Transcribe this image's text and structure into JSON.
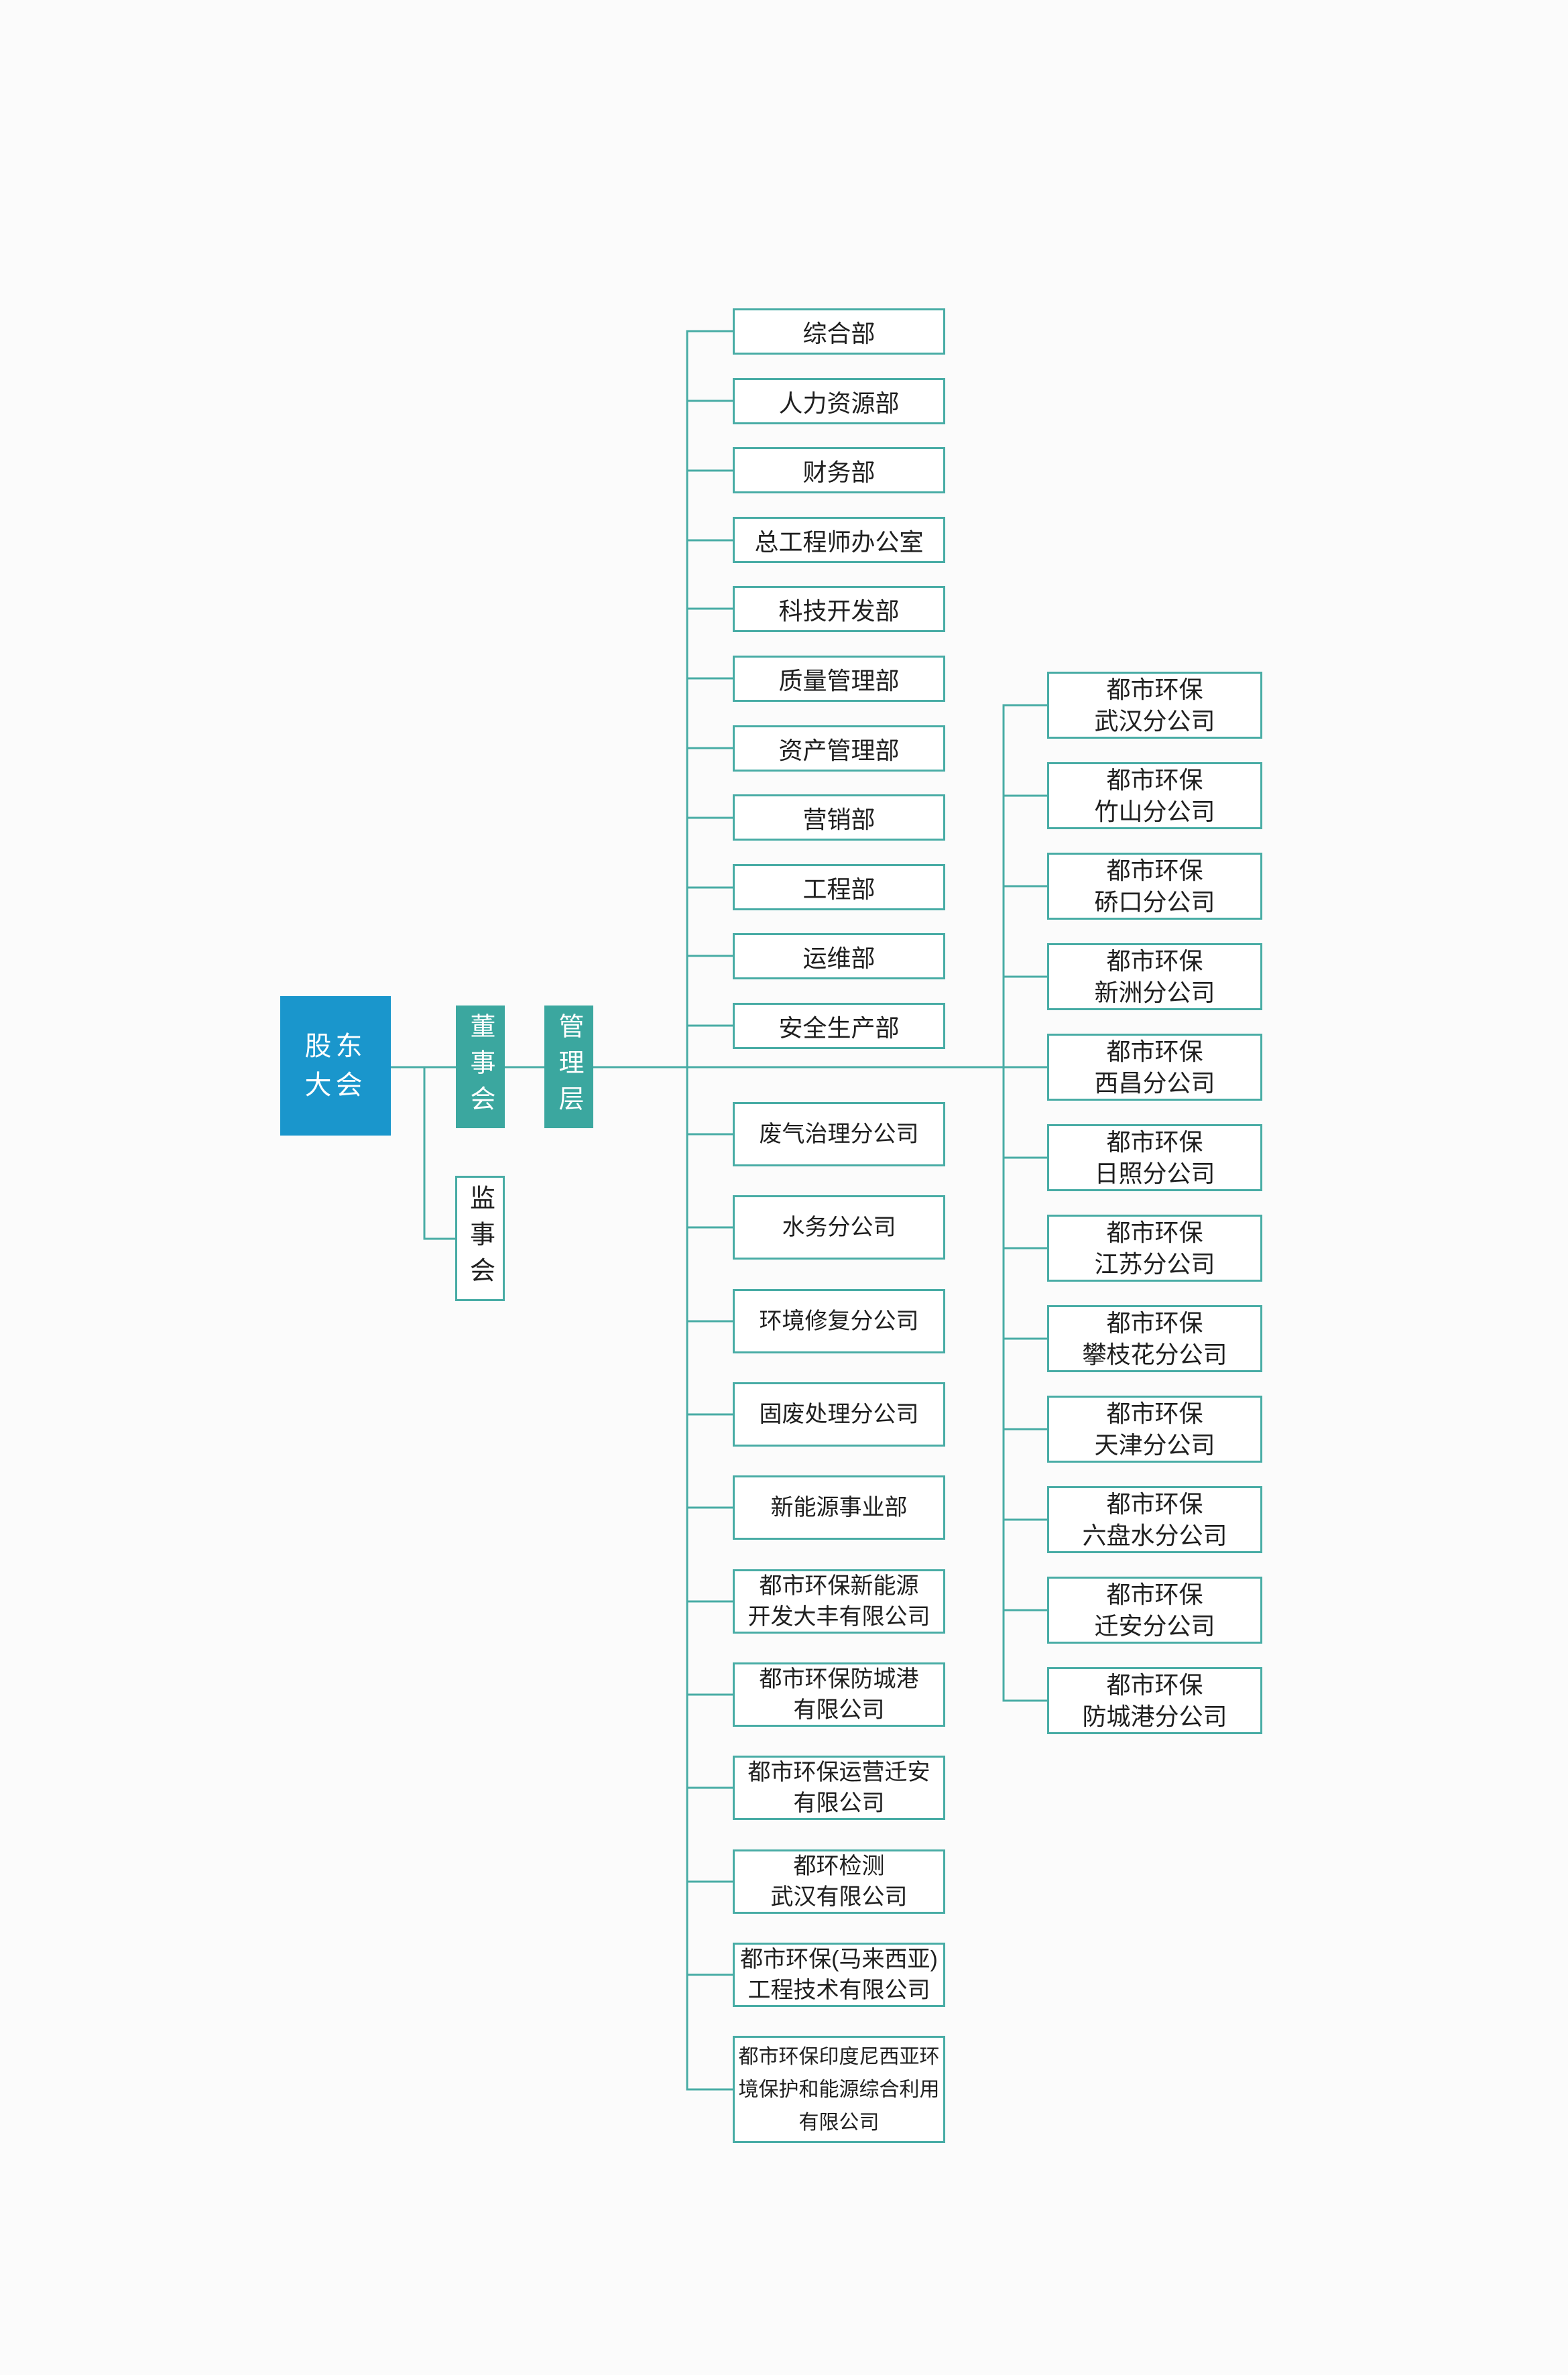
{
  "colors": {
    "accent_blue": "#1A96CC",
    "accent_teal": "#3BA79F",
    "line_teal": "#48ACA5",
    "text_dark": "#1F1F1F",
    "page_bg": "#FBFBFB"
  },
  "governance": {
    "shareholders": "股东\n大会",
    "board": "董事会",
    "management": "管理层",
    "supervisory": "监事会"
  },
  "departments": {
    "items": [
      {
        "label": "综合部"
      },
      {
        "label": "人力资源部"
      },
      {
        "label": "财务部"
      },
      {
        "label": "总工程师办公室"
      },
      {
        "label": "科技开发部"
      },
      {
        "label": "质量管理部"
      },
      {
        "label": "资产管理部"
      },
      {
        "label": "营销部"
      },
      {
        "label": "工程部"
      },
      {
        "label": "运维部"
      },
      {
        "label": "安全生产部"
      }
    ]
  },
  "subsidiaries": {
    "items": [
      {
        "label": "废气治理分公司"
      },
      {
        "label": "水务分公司"
      },
      {
        "label": "环境修复分公司"
      },
      {
        "label": "固废处理分公司"
      },
      {
        "label": "新能源事业部"
      },
      {
        "label": "都市环保新能源\n开发大丰有限公司"
      },
      {
        "label": "都市环保防城港\n有限公司"
      },
      {
        "label": "都市环保运营迁安\n有限公司"
      },
      {
        "label": "都环检测\n武汉有限公司"
      },
      {
        "label": "都市环保(马来西亚)\n工程技术有限公司"
      },
      {
        "label": "都市环保印度尼西亚环\n境保护和能源综合利用\n有限公司"
      }
    ]
  },
  "branches": {
    "items": [
      {
        "label": "都市环保\n武汉分公司"
      },
      {
        "label": "都市环保\n竹山分公司"
      },
      {
        "label": "都市环保\n硚口分公司"
      },
      {
        "label": "都市环保\n新洲分公司"
      },
      {
        "label": "都市环保\n西昌分公司"
      },
      {
        "label": "都市环保\n日照分公司"
      },
      {
        "label": "都市环保\n江苏分公司"
      },
      {
        "label": "都市环保\n攀枝花分公司"
      },
      {
        "label": "都市环保\n天津分公司"
      },
      {
        "label": "都市环保\n六盘水分公司"
      },
      {
        "label": "都市环保\n迁安分公司"
      },
      {
        "label": "都市环保\n防城港分公司"
      }
    ]
  }
}
